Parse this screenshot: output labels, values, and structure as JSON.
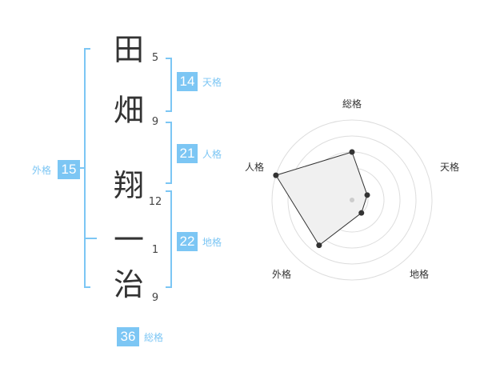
{
  "name": {
    "characters": [
      {
        "char": "田",
        "strokes": "5"
      },
      {
        "char": "畑",
        "strokes": "9"
      },
      {
        "char": "翔",
        "strokes": "12"
      },
      {
        "char": "一",
        "strokes": "1"
      },
      {
        "char": "治",
        "strokes": "9"
      }
    ]
  },
  "fortunes": {
    "tenkaku": {
      "value": "14",
      "label": "天格"
    },
    "jinkaku": {
      "value": "21",
      "label": "人格"
    },
    "chikaku": {
      "value": "22",
      "label": "地格"
    },
    "gaikaku": {
      "value": "15",
      "label": "外格"
    },
    "soukaku": {
      "value": "36",
      "label": "総格"
    }
  },
  "colors": {
    "accent": "#7cc6f4",
    "text": "#333333",
    "radar_fill": "#f0f0f0",
    "radar_grid": "#dddddd"
  },
  "chart_data": {
    "type": "radar",
    "axes": [
      "総格",
      "天格",
      "地格",
      "外格",
      "人格"
    ],
    "values": [
      0.6,
      0.2,
      0.2,
      0.7,
      1.0
    ],
    "max": 1.0,
    "rings": 5
  }
}
